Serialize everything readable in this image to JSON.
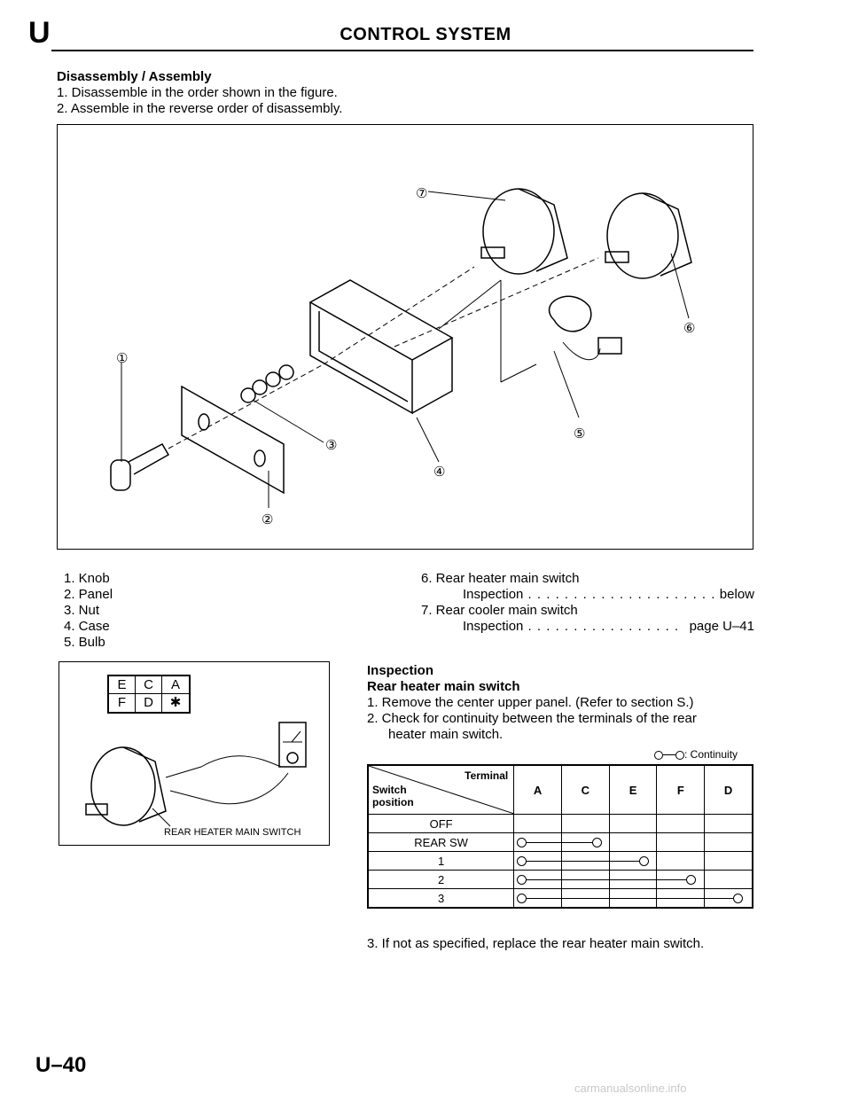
{
  "header": {
    "section_letter": "U",
    "title": "CONTROL SYSTEM"
  },
  "disassembly": {
    "heading": "Disassembly / Assembly",
    "steps": [
      "1. Disassemble in the order shown in the figure.",
      "2. Assemble in the reverse order of disassembly."
    ]
  },
  "figure1": {
    "callouts": [
      "①",
      "②",
      "③",
      "④",
      "⑤",
      "⑥",
      "⑦"
    ]
  },
  "parts": {
    "left": [
      "1. Knob",
      "2. Panel",
      "3. Nut",
      "4. Case",
      "5. Bulb"
    ],
    "right": [
      {
        "title": "6. Rear heater main switch",
        "ref_label": "Inspection",
        "ref_value": "below"
      },
      {
        "title": "7. Rear cooler main switch",
        "ref_label": "Inspection",
        "ref_value": "page U–41"
      }
    ]
  },
  "figure2": {
    "terminals": [
      [
        "E",
        "C",
        "A"
      ],
      [
        "F",
        "D",
        "✱"
      ]
    ],
    "caption": "REAR HEATER MAIN SWITCH"
  },
  "inspection": {
    "heading": "Inspection",
    "subheading": "Rear heater main switch",
    "steps": [
      "1. Remove the center upper panel. (Refer to section S.)",
      "2. Check for continuity between the terminals of the rear",
      "heater main switch."
    ],
    "legend": ": Continuity",
    "final_step": "3. If not as specified, replace the rear heater main switch."
  },
  "continuity_table": {
    "corner_terminal": "Terminal",
    "corner_switch": "Switch",
    "corner_position": "position",
    "columns": [
      "A",
      "C",
      "E",
      "F",
      "D"
    ],
    "rows": [
      {
        "position": "OFF",
        "from": null,
        "to": null
      },
      {
        "position": "REAR SW",
        "from": 0,
        "to": 1
      },
      {
        "position": "1",
        "from": 0,
        "to": 2
      },
      {
        "position": "2",
        "from": 0,
        "to": 3
      },
      {
        "position": "3",
        "from": 0,
        "to": 4
      }
    ]
  },
  "footer": {
    "page_number": "U–40",
    "watermark": "carmanualsonline.info"
  }
}
